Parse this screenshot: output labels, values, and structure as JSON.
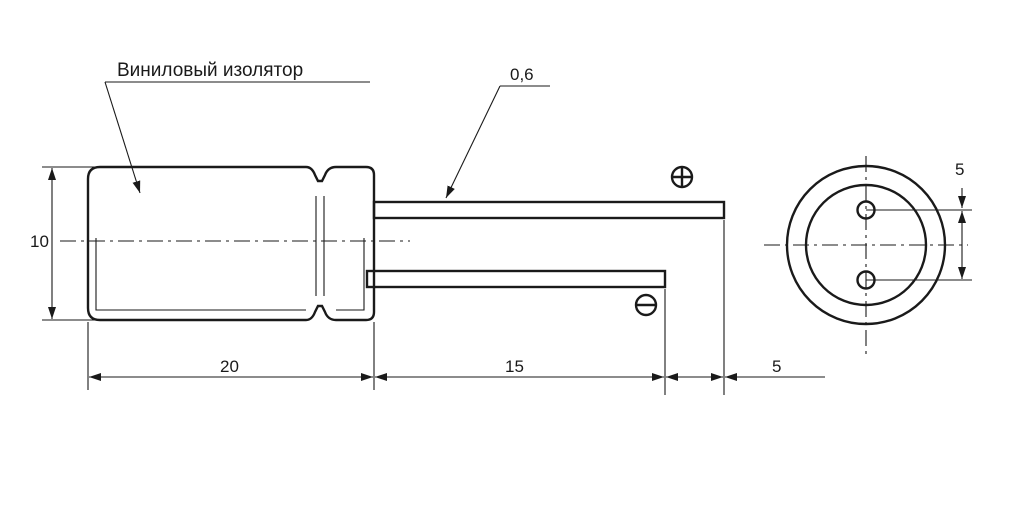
{
  "drawing": {
    "insulator_label": "Виниловый изолятор",
    "lead_diameter": "0,6",
    "body_diameter": "10",
    "body_length": "20",
    "lead_length": "15",
    "lead_difference": "5",
    "lead_spacing": "5",
    "plus_symbol": "⊕",
    "minus_symbol": "⊖"
  }
}
